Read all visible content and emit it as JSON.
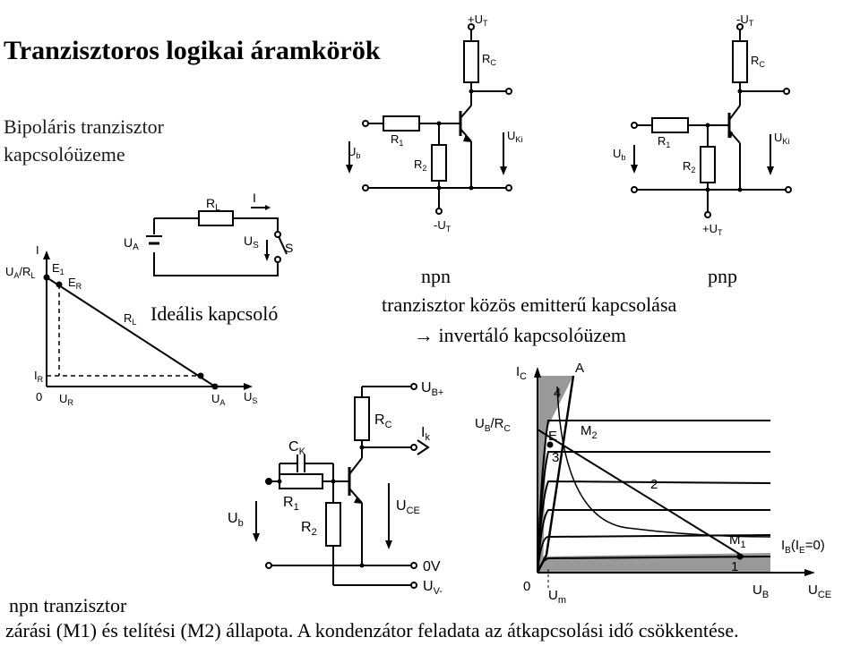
{
  "title": "Tranzisztoros logikai áramkörök",
  "subtitle_line1": "Bipoláris tranzisztor",
  "subtitle_line2": "kapcsolóüzeme",
  "ideal_switch_label": "Ideális kapcsoló",
  "npn_label": "npn",
  "pnp_label": "pnp",
  "common_emitter_text": "tranzisztor közös emitterű kapcsolása",
  "inverter_text": "→ invertáló kapcsolóüzem",
  "bottom_line1": "npn tranzisztor",
  "bottom_line2": "zárási (M1) és telítési (M2) állapota. A kondenzátor feladata az átkapcsolási idő csökkentése.",
  "switch_circuit": {
    "rl": "R",
    "rl_sub": "L",
    "i": "I",
    "ua": "U",
    "ua_sub": "A",
    "us": "U",
    "us_sub": "S",
    "s": "S"
  },
  "switch_graph": {
    "y_axis": "I",
    "x_axis": "U",
    "x_axis_sub": "S",
    "ua_rl": "U",
    "ua_rl_sub": "A",
    "ua_rl_mid": "/R",
    "ua_rl_sub2": "L",
    "e1": "E",
    "e1_sub": "1",
    "er": "E",
    "er_sub": "R",
    "rl": "R",
    "rl_sub": "L",
    "ir": "I",
    "ir_sub": "R",
    "zero": "0",
    "ur": "U",
    "ur_sub": "R",
    "ua": "U",
    "ua_sub": "A"
  },
  "npn_circuit": {
    "ut": "U",
    "ut_sub": "T",
    "ut_sign": "+",
    "gnd_sign": "-",
    "rc": "R",
    "rc_sub": "C",
    "r1": "R",
    "r1_sub": "1",
    "r2": "R",
    "r2_sub": "2",
    "ub": "U",
    "ub_sub": "b",
    "uki": "U",
    "uki_sub": "Ki"
  },
  "pnp_circuit": {
    "ut": "U",
    "ut_sub": "T",
    "ut_sign": "-",
    "gnd_sign": "+",
    "rc": "R",
    "rc_sub": "C",
    "r1": "R",
    "r1_sub": "1",
    "r2": "R",
    "r2_sub": "2",
    "ub": "U",
    "ub_sub": "b",
    "uki": "U",
    "uki_sub": "Ki"
  },
  "speedup_circuit": {
    "ub_plus": "U",
    "ub_plus_sub": "B+",
    "rc": "R",
    "rc_sub": "C",
    "ik": "I",
    "ik_sub": "k",
    "ck": "C",
    "ck_sub": "K",
    "r1": "R",
    "r1_sub": "1",
    "r2": "R",
    "r2_sub": "2",
    "ub": "U",
    "ub_sub": "b",
    "uce": "U",
    "uce_sub": "CE",
    "zero_v": "0V",
    "uv_minus": "U",
    "uv_minus_sub": "V-"
  },
  "characteristic": {
    "ic": "I",
    "ic_sub": "C",
    "a": "A",
    "n4": "4",
    "ub_rc": "U",
    "ub_rc_sub": "B",
    "ub_rc_mid": "/R",
    "ub_rc_sub2": "C",
    "e": "E",
    "m2": "M",
    "m2_sub": "2",
    "n3": "3",
    "n2": "2",
    "m1": "M",
    "m1_sub": "1",
    "ib_label": "I",
    "ib_sub": "B",
    "ib_paren": "(I",
    "ie_sub": "E",
    "ib_tail": "=0)",
    "n1": "1",
    "zero": "0",
    "um": "U",
    "um_sub": "m",
    "ub": "U",
    "ub_sub": "B",
    "uce": "U",
    "uce_sub": "CE"
  }
}
